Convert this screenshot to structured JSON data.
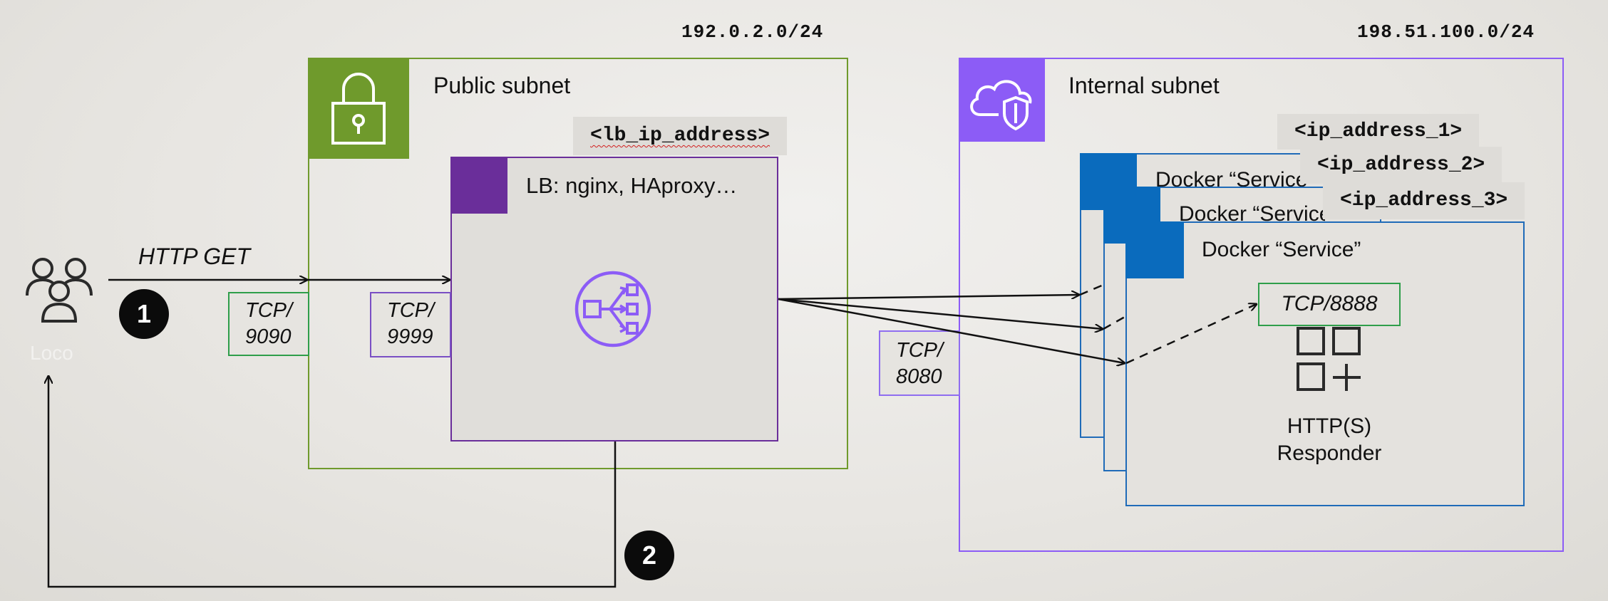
{
  "cidr": {
    "public": "192.0.2.0/24",
    "internal": "198.51.100.0/24"
  },
  "public_subnet": {
    "title": "Public subnet",
    "lb_ip": "<lb_ip_address>"
  },
  "internal_subnet": {
    "title": "Internal subnet"
  },
  "lb": {
    "title": "LB: nginx, HAproxy…"
  },
  "user": {
    "label": "Loco"
  },
  "request": {
    "label": "HTTP GET"
  },
  "ports": {
    "public_in": {
      "line1": "TCP/",
      "line2": "9090"
    },
    "lb_in": {
      "line1": "TCP/",
      "line2": "9999"
    },
    "internal_in": {
      "line1": "TCP/",
      "line2": "8080"
    },
    "service": "TCP/8888"
  },
  "services": {
    "ips": [
      "<ip_address_1>",
      "<ip_address_2>",
      "<ip_address_3>"
    ],
    "labels": [
      "Docker “Service",
      "Docker “Service",
      "Docker “Service”"
    ]
  },
  "responder": {
    "line1": "HTTP(S)",
    "line2": "Responder"
  },
  "steps": [
    "1",
    "2"
  ],
  "colors": {
    "public_green": "#6f9a2c",
    "internal_purple": "#8c5cf6",
    "lb_purple": "#6a2e9a",
    "service_blue": "#0a6bbd",
    "port_green": "#2e9e4a"
  },
  "icons": [
    "users-icon",
    "padlock-icon",
    "cloud-shield-icon",
    "load-balancer-icon",
    "container-grid-icon"
  ]
}
